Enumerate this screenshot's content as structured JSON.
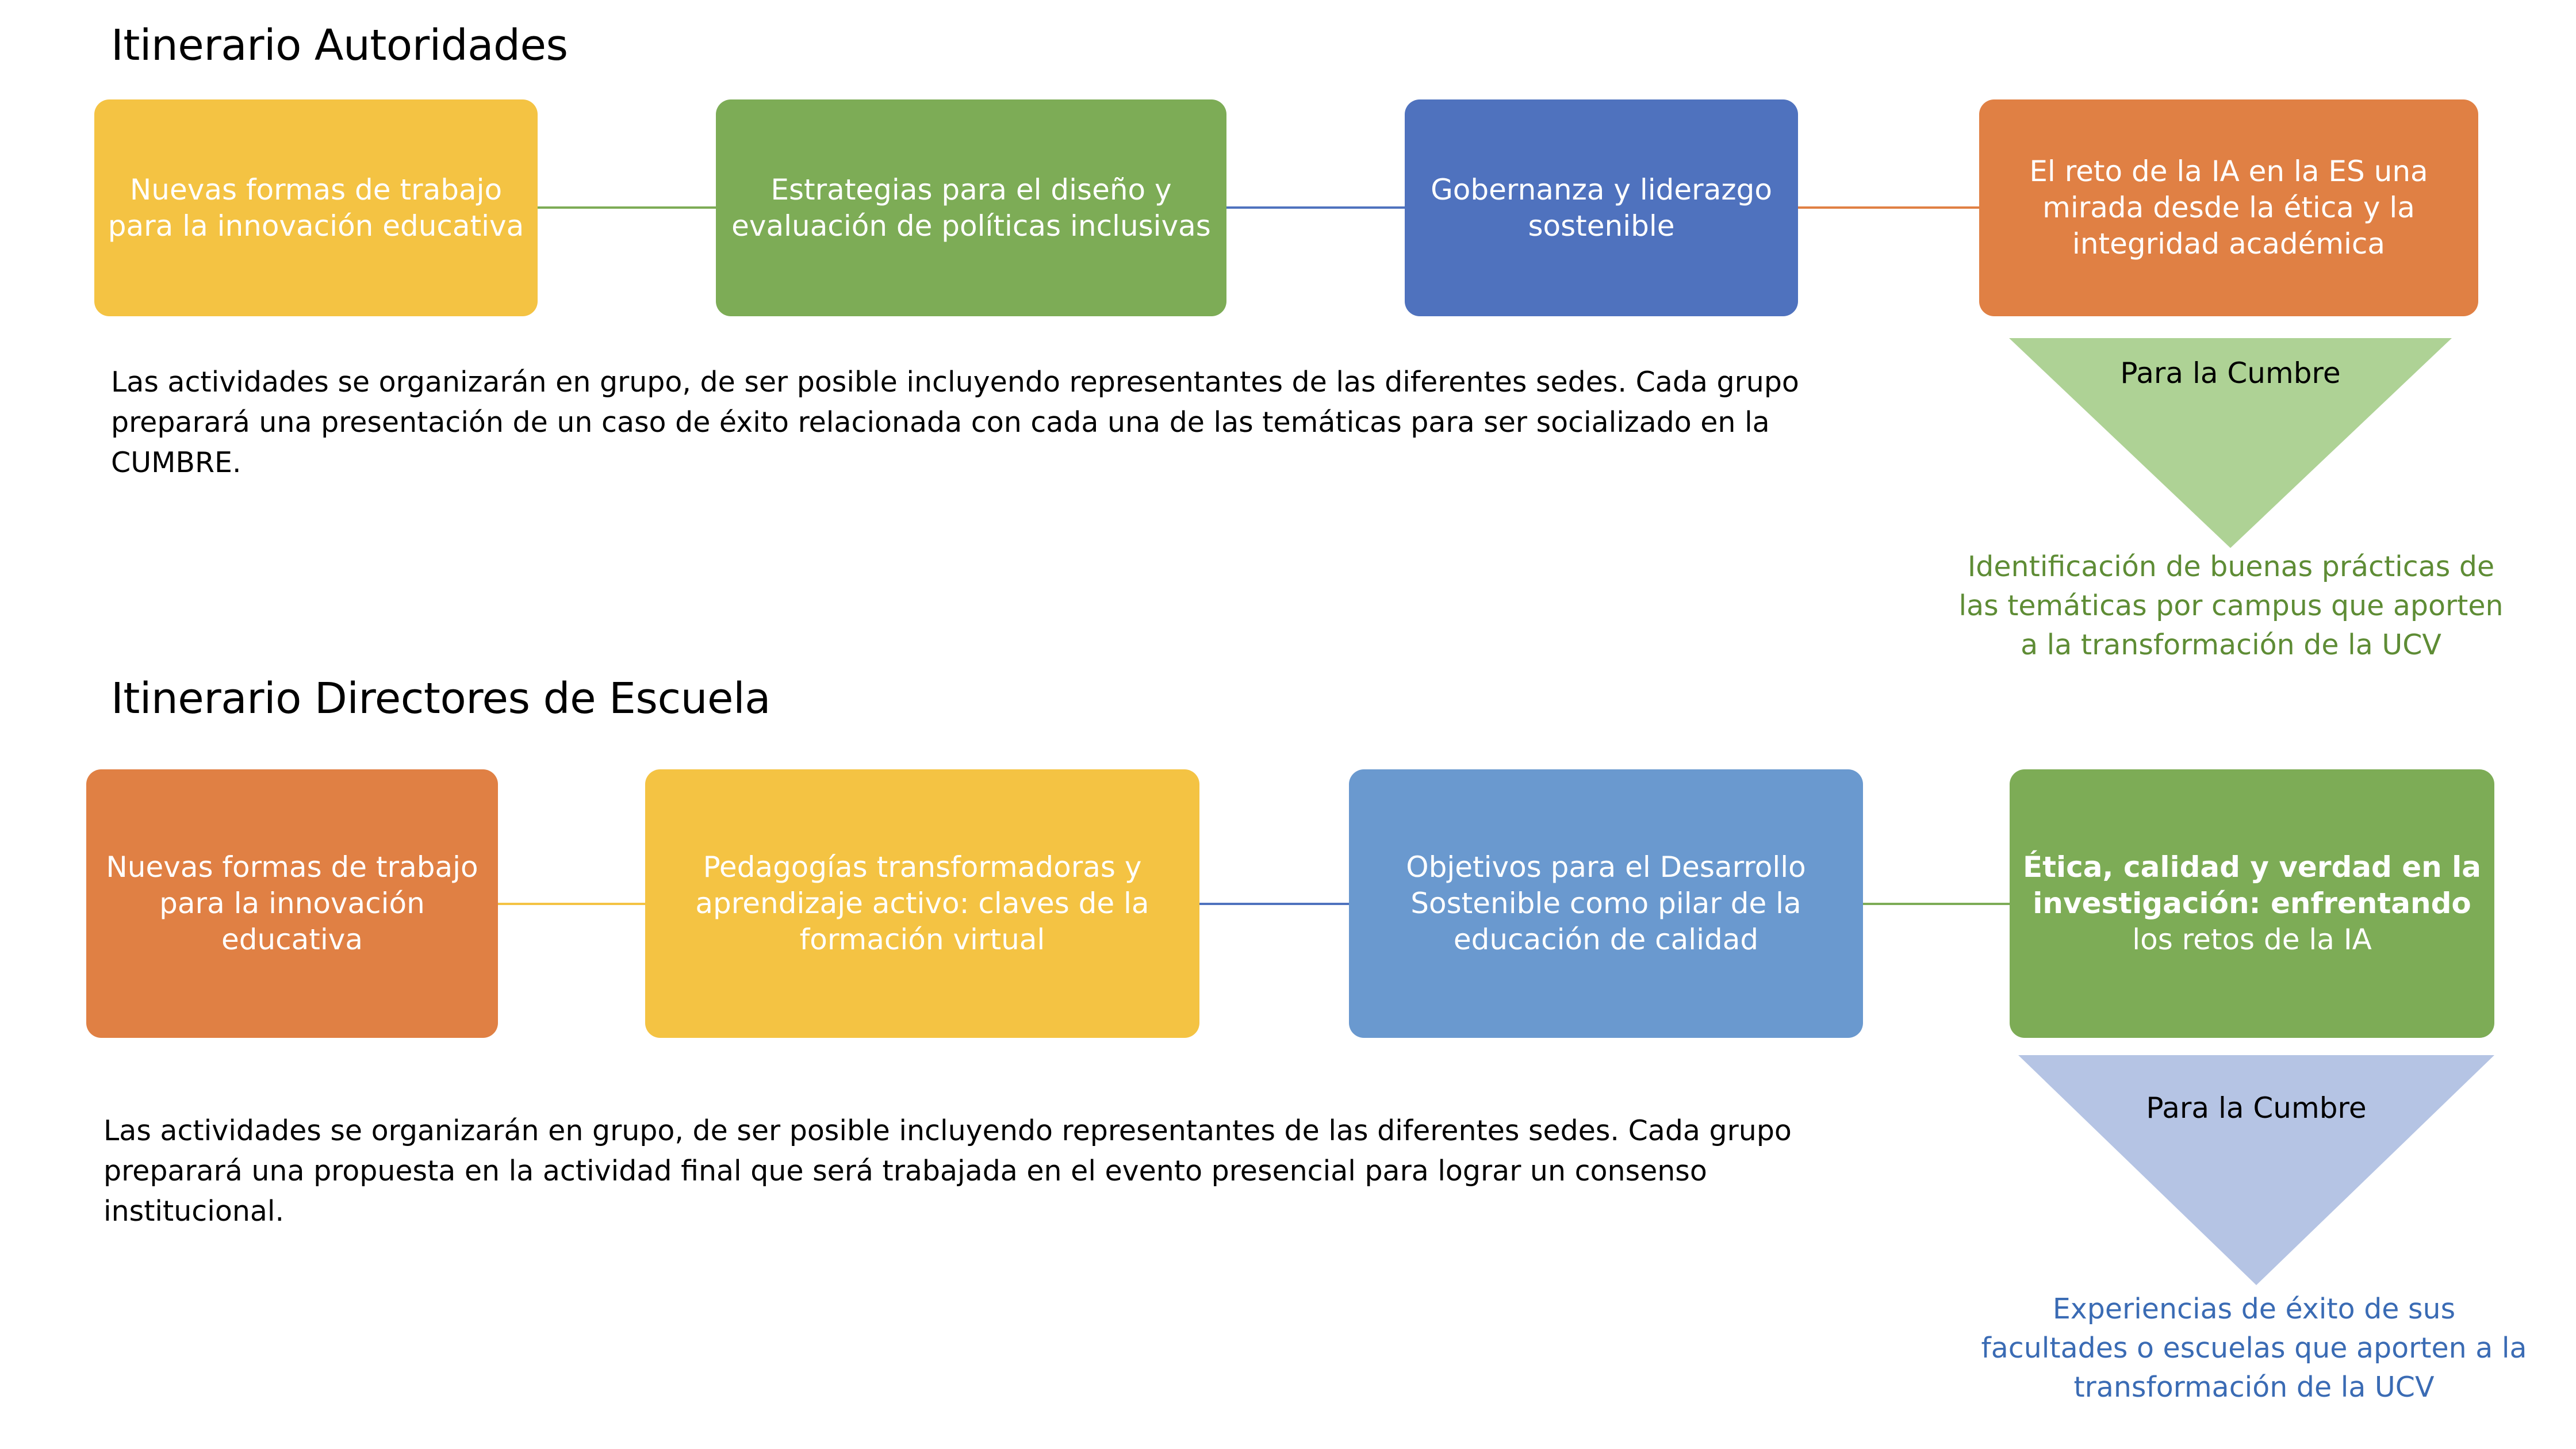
{
  "colors": {
    "yellow": "#F4C343",
    "green": "#7DAC56",
    "blue": "#4F72BE",
    "orange": "#E08044",
    "light_blue": "#6A99CF",
    "tri_green": "#AED295",
    "tri_blue": "#B5C4E4",
    "outcome_green": "#5E8C35",
    "outcome_blue": "#3A6BB4"
  },
  "autoridades": {
    "title": "Itinerario Autoridades",
    "boxes": [
      {
        "label": "Nuevas formas de trabajo para la innovación educativa"
      },
      {
        "label": "Estrategias para el diseño y evaluación de políticas inclusivas"
      },
      {
        "label": "Gobernanza y liderazgo sostenible"
      },
      {
        "label": "El reto de la IA en la ES una mirada desde la ética y la integridad académica"
      }
    ],
    "description": "Las actividades se organizarán en grupo, de ser posible incluyendo representantes de las diferentes sedes. Cada grupo preparará una presentación de un caso de éxito relacionada con cada una de las temáticas para ser socializado en la CUMBRE.",
    "triangle_label": "Para la Cumbre",
    "outcome": "Identificación de buenas prácticas de las temáticas por campus que aporten a la transformación de la UCV"
  },
  "directores": {
    "title": "Itinerario Directores de Escuela",
    "boxes": [
      {
        "label": "Nuevas formas de trabajo para la innovación educativa"
      },
      {
        "label": "Pedagogías transformadoras y aprendizaje activo: claves de la formación virtual"
      },
      {
        "label": "Objetivos para el Desarrollo Sostenible como pilar de la educación de calidad"
      },
      {
        "label_part1": "Ética, calidad y verdad en la investigación: enfrentando",
        "label_part2": " los retos de la IA"
      }
    ],
    "description": "Las actividades se organizarán en grupo, de ser posible incluyendo representantes de las diferentes sedes. Cada grupo preparará una propuesta en la actividad final que será trabajada en el evento presencial para lograr un consenso institucional.",
    "triangle_label": "Para la Cumbre",
    "outcome": "Experiencias de éxito de sus facultades o escuelas que aporten a la transformación de la UCV"
  }
}
